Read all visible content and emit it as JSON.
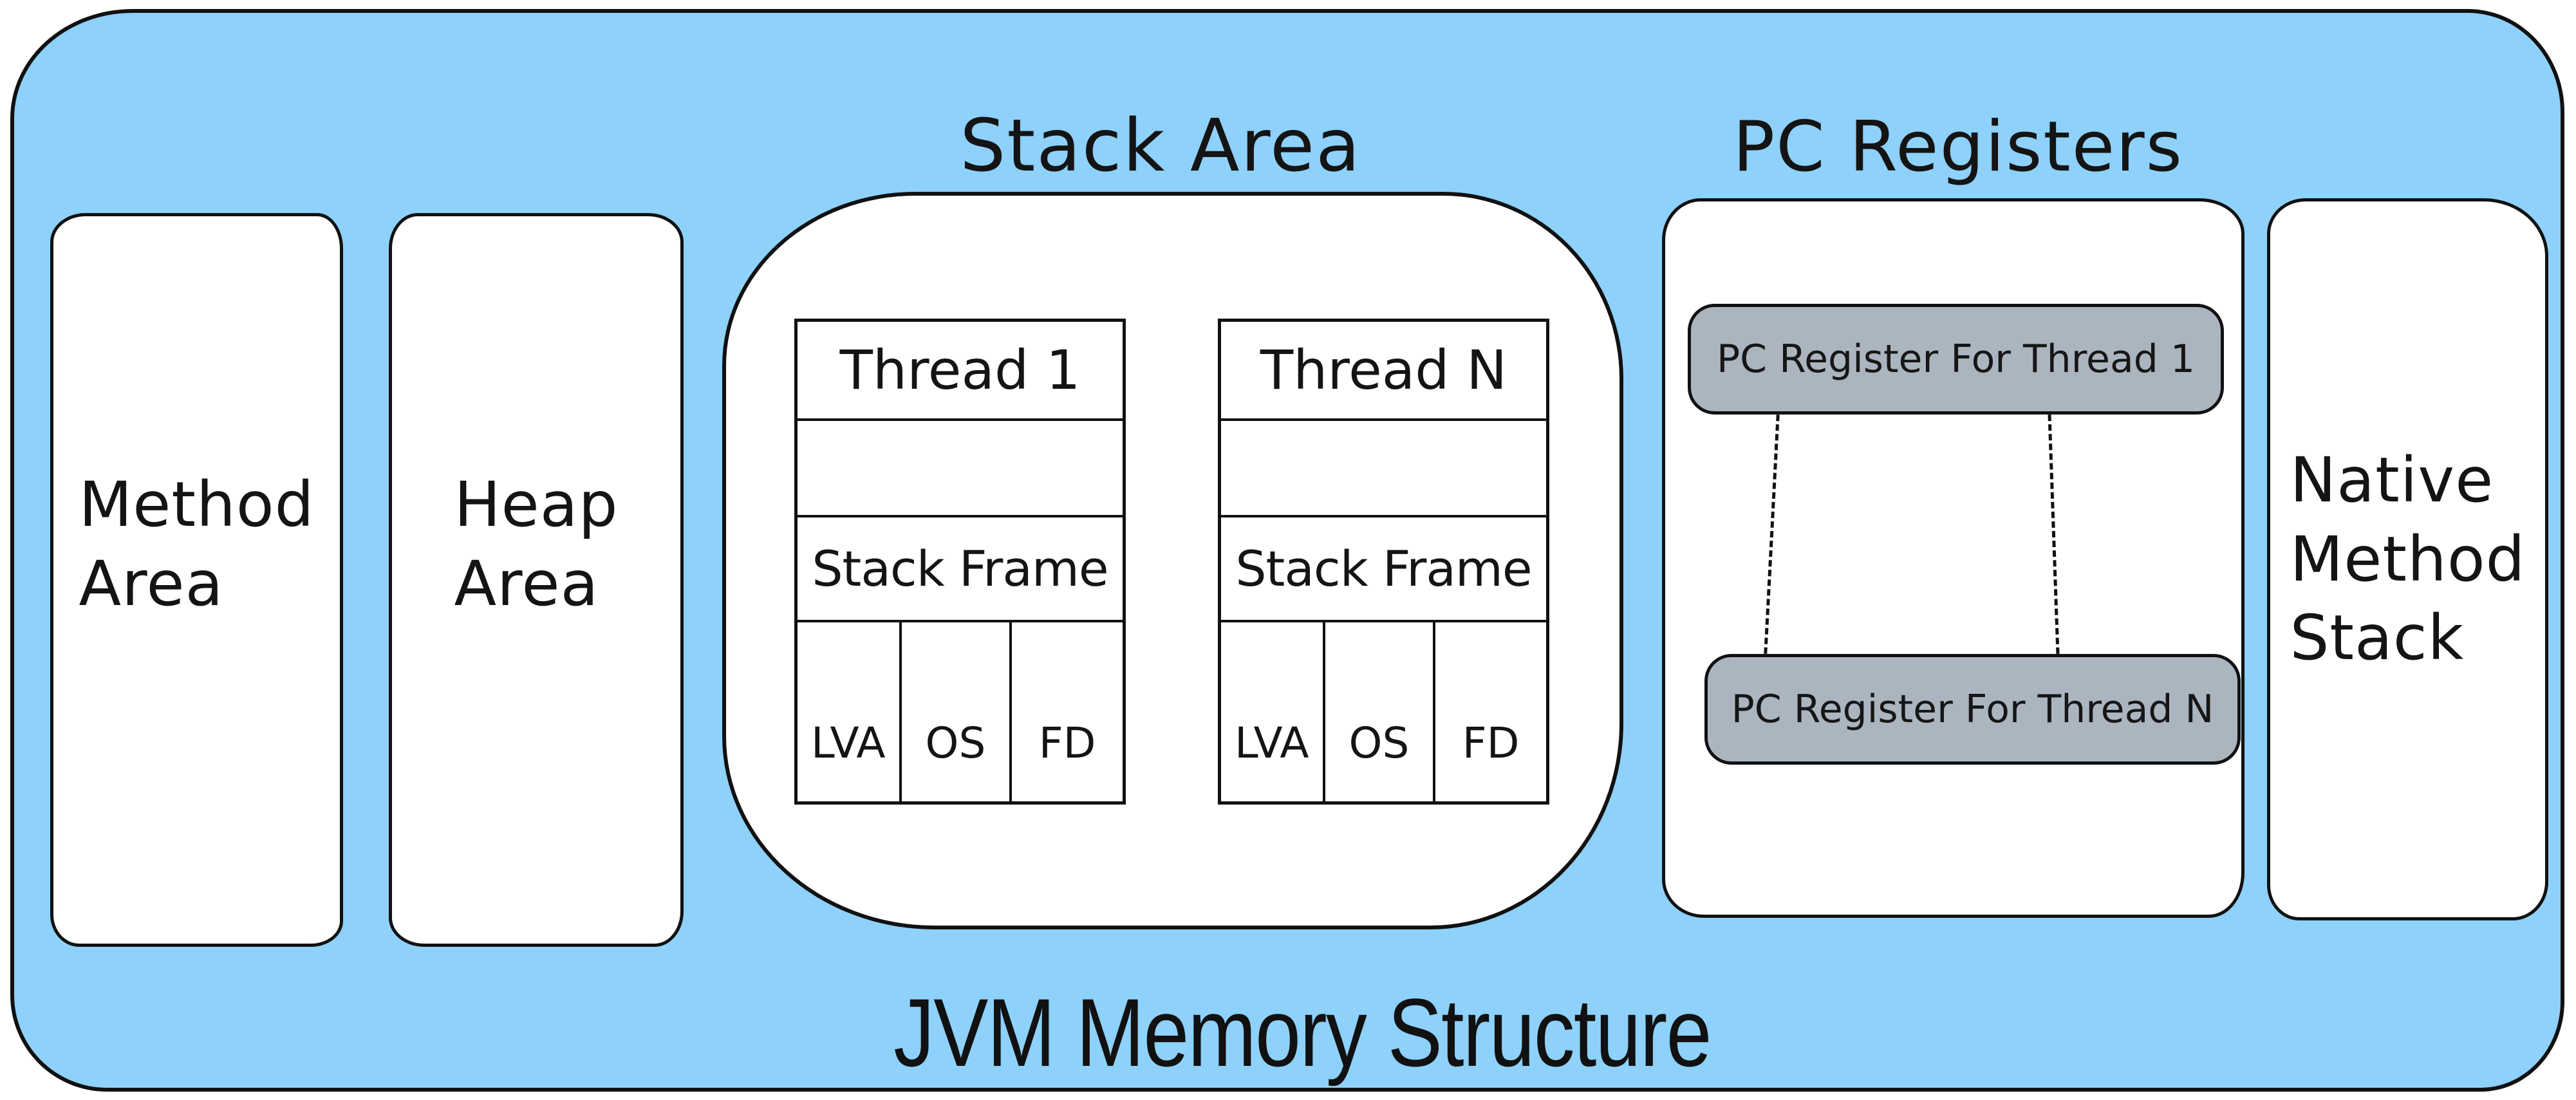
{
  "colors": {
    "background_blue": "#8ed1fa",
    "box_white": "#ffffff",
    "register_gray": "#abb5c0",
    "stroke_black": "#111111"
  },
  "main_title": "JVM Memory Structure",
  "method_area": {
    "label": "Method\nArea"
  },
  "heap_area": {
    "label": "Heap\nArea"
  },
  "stack_area": {
    "title": "Stack Area",
    "threads": [
      {
        "name": "Thread 1",
        "frame_label": "Stack Frame",
        "cells": [
          "LVA",
          "OS",
          "FD"
        ]
      },
      {
        "name": "Thread N",
        "frame_label": "Stack Frame",
        "cells": [
          "LVA",
          "OS",
          "FD"
        ]
      }
    ]
  },
  "pc_registers": {
    "title": "PC Registers",
    "boxes": [
      "PC Register For Thread 1",
      "PC Register For Thread N"
    ]
  },
  "native_method_stack": {
    "label": "Native\nMethod\nStack"
  }
}
